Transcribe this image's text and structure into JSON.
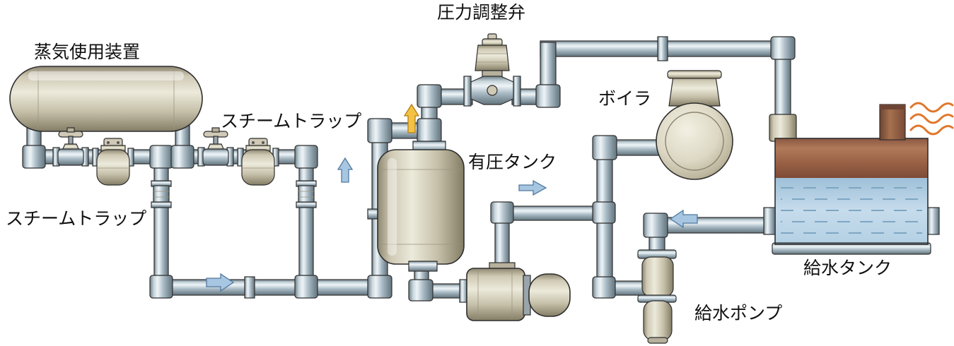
{
  "diagram": {
    "type": "piping-schematic",
    "subject": "boiler-steam-and-condensate-circuit",
    "labels": {
      "steam_using_equipment": "蒸気使用装置",
      "steam_trap_upper": "スチームトラップ",
      "steam_trap_lower": "スチームトラップ",
      "pressure_regulating_valve": "圧力調整弁",
      "pressurized_tank": "有圧タンク",
      "boiler": "ボイラ",
      "feedwater_tank": "給水タンク",
      "feedwater_pump": "給水ポンプ"
    },
    "flow_arrows": [
      {
        "direction": "right",
        "color": "blue",
        "location": "condensate-bottom-pipe"
      },
      {
        "direction": "up",
        "color": "blue",
        "location": "condensate-riser"
      },
      {
        "direction": "up",
        "color": "yellow",
        "location": "steam-line-above-pressurized-tank"
      },
      {
        "direction": "right",
        "color": "blue",
        "location": "pump-discharge-to-boiler"
      },
      {
        "direction": "left",
        "color": "blue",
        "location": "feedwater-tank-outlet"
      }
    ],
    "colors": {
      "pipe": "#b9c6cf",
      "equipment": "#d9d4c2",
      "tank_top_brown": "#9c6b52",
      "water_blue": "#bcd6e8",
      "arrow_blue": "#a6c6e2",
      "arrow_yellow": "#f4c242",
      "heat_wave_orange": "#e0772c",
      "outline": "#2e2e2e",
      "background": "#ffffff"
    }
  }
}
